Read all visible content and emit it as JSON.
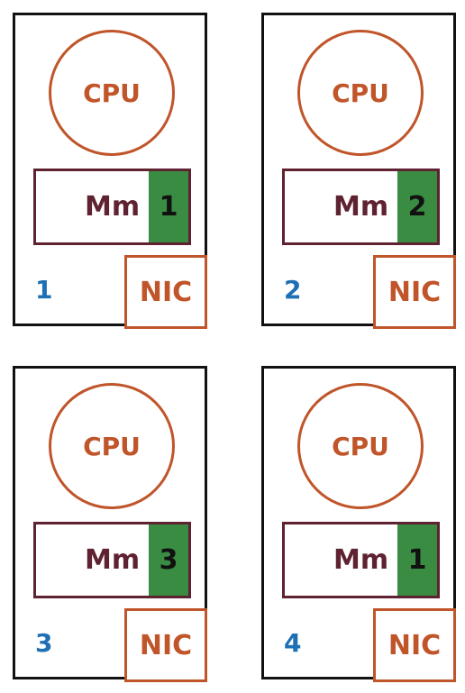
{
  "nodes": [
    {
      "cpu_label": "CPU",
      "memory_label": "Mm",
      "memory_slot": "1",
      "number": "1",
      "nic_label": "NIC"
    },
    {
      "cpu_label": "CPU",
      "memory_label": "Mm",
      "memory_slot": "2",
      "number": "2",
      "nic_label": "NIC"
    },
    {
      "cpu_label": "CPU",
      "memory_label": "Mm",
      "memory_slot": "3",
      "number": "3",
      "nic_label": "NIC"
    },
    {
      "cpu_label": "CPU",
      "memory_label": "Mm",
      "memory_slot": "1",
      "number": "4",
      "nic_label": "NIC"
    }
  ],
  "colors": {
    "cpu": "#c0552a",
    "nic": "#c0552a",
    "memory_border": "#5e2231",
    "memory_slot_fill": "#3a8c42",
    "node_number": "#1e6fb3",
    "node_border": "#111111"
  }
}
